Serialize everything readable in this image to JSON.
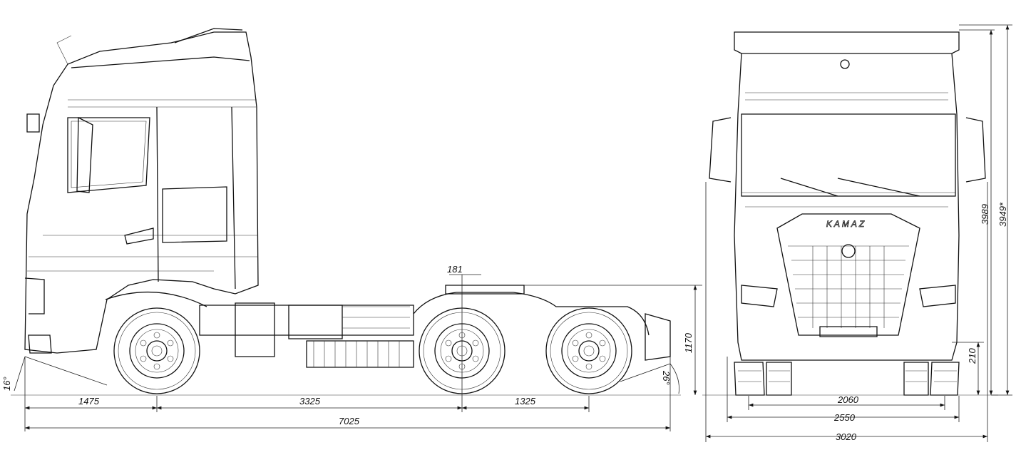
{
  "drawing": {
    "brand_logo_text": "KAMAZ",
    "side_view": {
      "dimensions": {
        "front_overhang": "1475",
        "wheelbase_1": "3325",
        "wheelbase_2": "1325",
        "overall_length": "7025",
        "fifth_wheel_offset": "181",
        "fifth_wheel_height": "1170",
        "approach_angle": "16°",
        "departure_angle": "26°"
      }
    },
    "front_view": {
      "dimensions": {
        "rear_track": "2060",
        "body_width": "2550",
        "mirror_width": "3020",
        "ground_clearance": "210",
        "height": "3989",
        "height_alt": "3949*"
      }
    }
  }
}
